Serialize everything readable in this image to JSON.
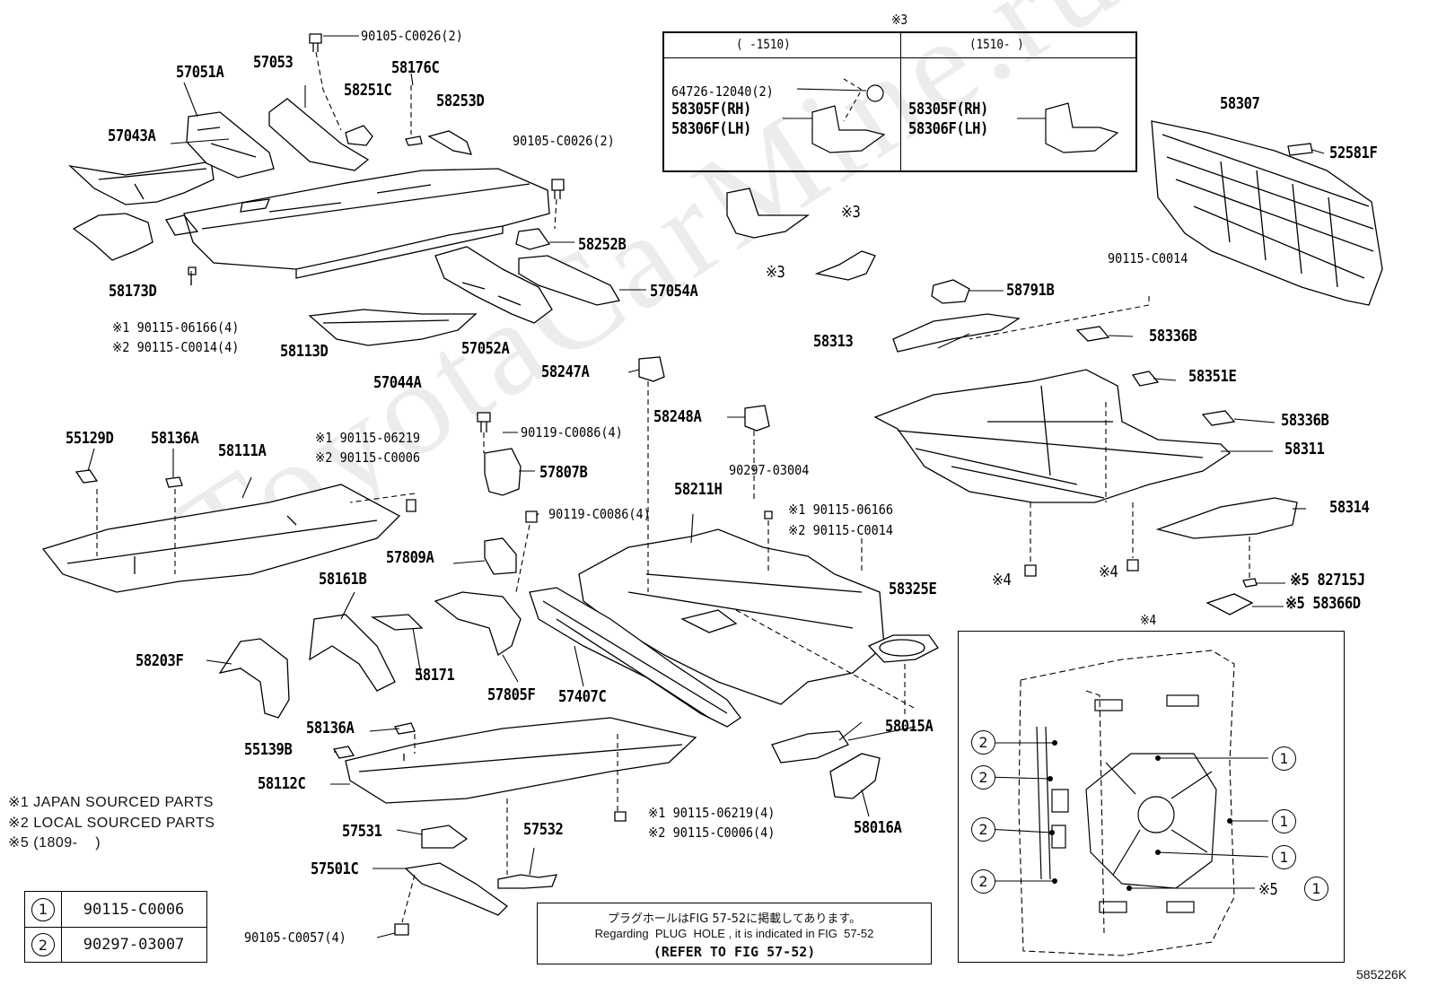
{
  "watermark": "ToyotaCarMine.ru",
  "labels": {
    "p57051a": "57051A",
    "p57053": "57053",
    "p58251c": "58251C",
    "p58176c": "58176C",
    "p58253d": "58253D",
    "p57043a": "57043A",
    "p90105_top": "90105-C0026(2)",
    "p90105_mid": "90105-C0026(2)",
    "p58173d": "58173D",
    "p58252b": "58252B",
    "p57054a": "57054A",
    "p58113d": "58113D",
    "p57052a": "57052A",
    "p57044a": "57044A",
    "p90115_06166_a": "※1 90115-06166(4)",
    "p90115_c0014_a": "※2 90115-C0014(4)",
    "p58307": "58307",
    "p52581f": "52581F",
    "p90115_c0014_r": "90115-C0014",
    "p58791b": "58791B",
    "p58313": "58313",
    "p58336b_1": "58336B",
    "p58351e": "58351E",
    "p58336b_2": "58336B",
    "p58311": "58311",
    "p58314": "58314",
    "p82715j": "※5 82715J",
    "p58366d": "※5 58366D",
    "p_x4_a": "※4",
    "p_x4_b": "※4",
    "p_x3_a": "※3",
    "p_x3_b": "※3",
    "p58247a": "58247A",
    "p58248a": "58248A",
    "p90119_a": "90119-C0086(4)",
    "p57807b": "57807B",
    "p90119_b": "90119-C0086(4)",
    "p57809a": "57809A",
    "p90297": "90297-03004",
    "p90115_06166_c": "※1 90115-06166",
    "p90115_c0014_c": "※2 90115-C0014",
    "p58211h": "58211H",
    "p58325e": "58325E",
    "p55129d": "55129D",
    "p58136a_1": "58136A",
    "p58111a": "58111A",
    "p90115_06219_a": "※1 90115-06219",
    "p90115_c0006_a": "※2 90115-C0006",
    "p58161b": "58161B",
    "p58203f": "58203F",
    "p58171": "58171",
    "p57805f": "57805F",
    "p57407c": "57407C",
    "p58015a": "58015A",
    "p58136a_2": "58136A",
    "p55139b": "55139B",
    "p58112c": "58112C",
    "p58016a": "58016A",
    "p90115_06219_b": "※1 90115-06219(4)",
    "p90115_c0006_b": "※2 90115-C0006(4)",
    "p57531": "57531",
    "p57532": "57532",
    "p57501c": "57501C",
    "p90105_c0057": "90105-C0057(4)",
    "p_x4_title": "※4",
    "p_x5_1": "※5"
  },
  "inset_x3": {
    "title": "※3",
    "col1_header": "(    -1510)",
    "col2_header": "(1510-    )",
    "col1_line1": "64726-12040(2)",
    "col1_line2": "58305F(RH)",
    "col1_line3": "58306F(LH)",
    "col2_line1": "58305F(RH)",
    "col2_line2": "58306F(LH)"
  },
  "notes": {
    "n1": "※1 JAPAN SOURCED PARTS",
    "n2": "※2 LOCAL SOURCED PARTS",
    "n3": "※5 (1809-    )"
  },
  "legend": [
    {
      "symbol": "1",
      "part": "90115-C0006"
    },
    {
      "symbol": "2",
      "part": "90297-03007"
    }
  ],
  "reference": {
    "line1": "プラグホールはFIG 57-52に掲載してあります。",
    "line2": "Regarding  PLUG  HOLE , it is indicated in FIG  57-52",
    "line3": "(REFER TO FIG 57-52)"
  },
  "callouts": [
    "1",
    "1",
    "1",
    "1",
    "2",
    "2",
    "2",
    "2"
  ],
  "figure_id": "585226K"
}
